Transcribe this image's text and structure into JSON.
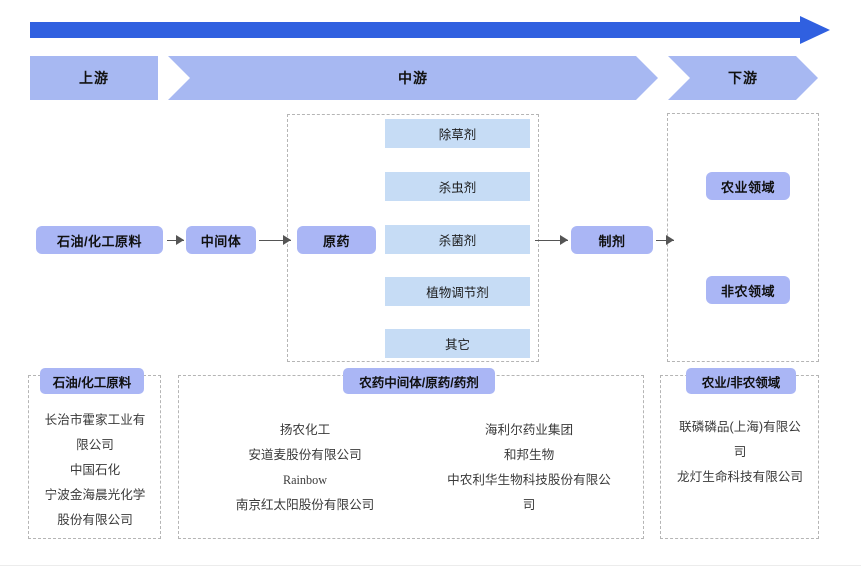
{
  "banner": {
    "upstream": "上游",
    "midstream": "中游",
    "downstream": "下游"
  },
  "flow": {
    "raw_material": "石油/化工原料",
    "intermediate": "中间体",
    "active_ingredient": "原药",
    "formulation": "制剂",
    "agri_field": "农业领域",
    "nonagri_field": "非农领域"
  },
  "categories": [
    {
      "label": "除草剂"
    },
    {
      "label": "杀虫剂"
    },
    {
      "label": "杀菌剂"
    },
    {
      "label": "植物调节剂"
    },
    {
      "label": "其它"
    }
  ],
  "bottom": {
    "left": {
      "badge": "石油/化工原料",
      "companies": [
        "长治市霍家工业有",
        "限公司",
        "中国石化",
        "宁波金海晨光化学",
        "股份有限公司"
      ]
    },
    "middle": {
      "badge": "农药中间体/原药/药剂",
      "column_a": [
        "扬农化工",
        "安道麦股份有限公司",
        "Rainbow",
        "南京红太阳股份有限公司"
      ],
      "column_b": [
        "海利尔药业集团",
        "和邦生物",
        "中农利华生物科技股份有限公",
        "司"
      ]
    },
    "right": {
      "badge": "农业/非农领域",
      "companies": [
        "联磷磷品(上海)有限公",
        "司",
        "龙灯生命科技有限公司"
      ]
    }
  },
  "colors": {
    "arrow_blue": "#3060e0",
    "chevron_blue": "#a7b8f2",
    "node_blue": "#aab6f5",
    "category_blue": "#c6dcf5",
    "dashed_gray": "#b5b5b5"
  }
}
